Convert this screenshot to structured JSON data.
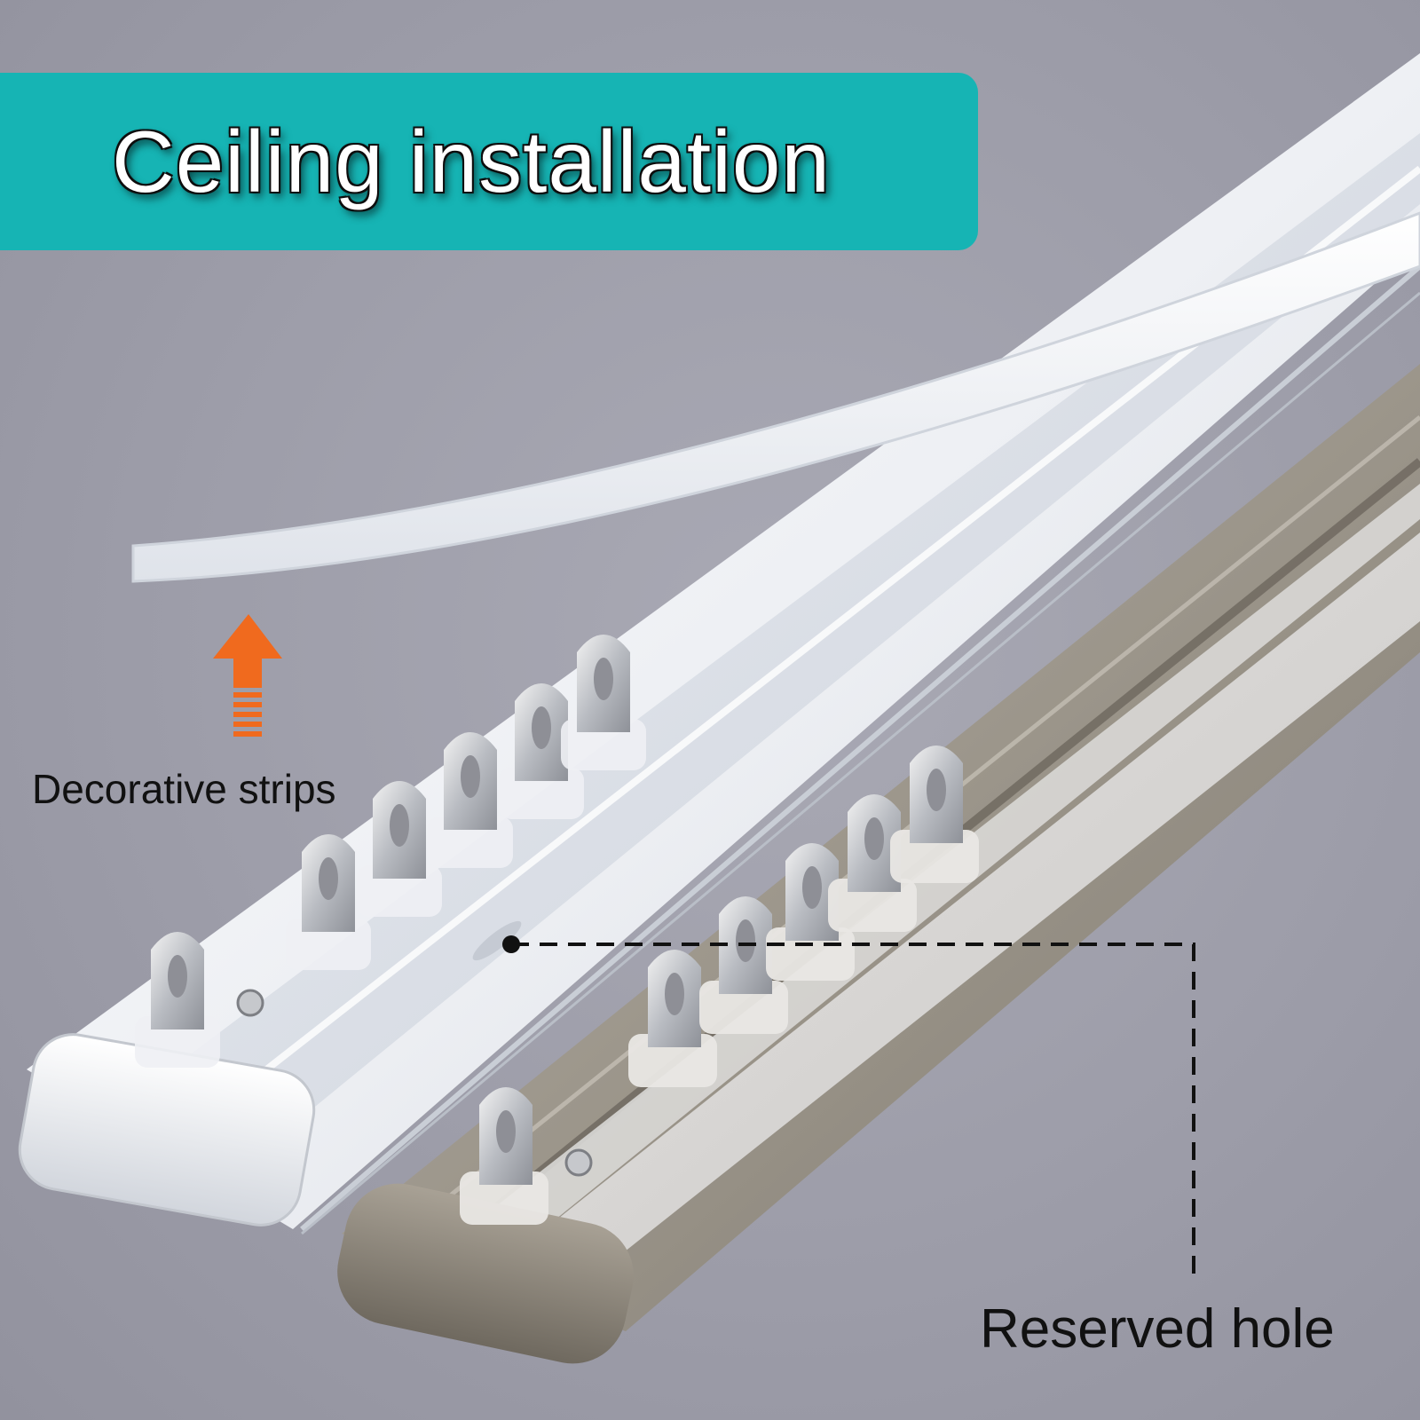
{
  "banner": {
    "title": "Ceiling installation",
    "color": "#16b4b4"
  },
  "labels": {
    "decorative_strips": "Decorative strips",
    "reserved_hole": "Reserved hole"
  },
  "colors": {
    "background": "#9d9da9",
    "arrow": "#f06a1e",
    "white_rail": "#f5f6f8",
    "champagne_rail": "#9a948a",
    "pointer_line": "#111111"
  },
  "icons": {
    "arrow": "up-arrow-icon"
  }
}
